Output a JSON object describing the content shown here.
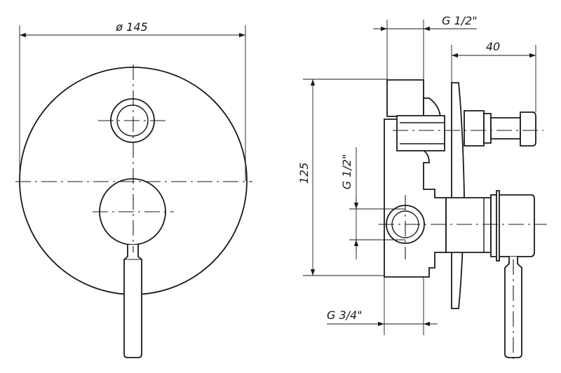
{
  "front_view": {
    "diameter_label": "ø 145"
  },
  "side_view": {
    "height_label": "125",
    "inlet_top_label": "G 1/2\"",
    "inlet_side_label": "G 1/2\"",
    "outlet_bottom_label": "G 3/4\"",
    "projection_label": "40"
  },
  "colors": {
    "line": "#1a1a1a",
    "background": "#ffffff"
  }
}
